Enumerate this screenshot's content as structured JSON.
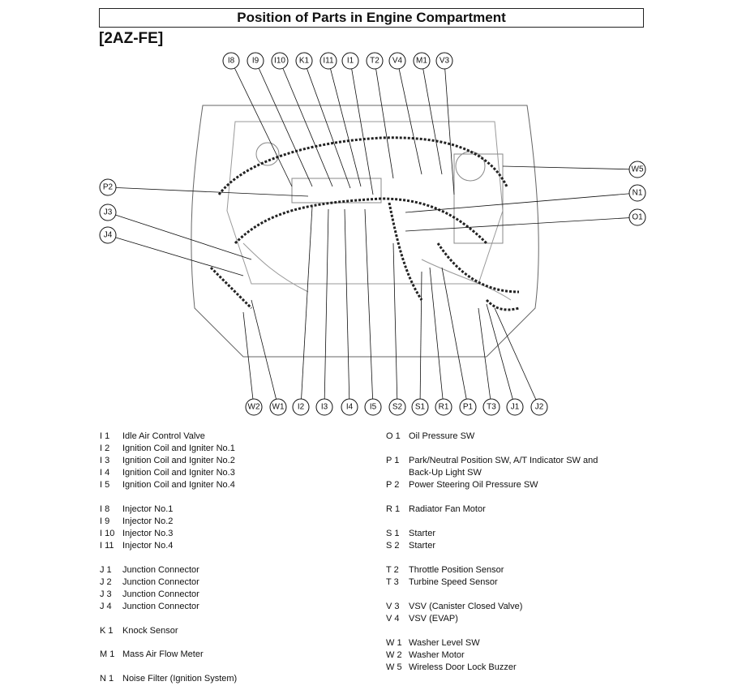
{
  "header": {
    "title": "Position of Parts in Engine Compartment",
    "engine": "[2AZ-FE]"
  },
  "callouts": {
    "top": [
      "I8",
      "I9",
      "I10",
      "K1",
      "I11",
      "I1",
      "T2",
      "V4",
      "M1",
      "V3"
    ],
    "right": [
      "W5",
      "N1",
      "O1"
    ],
    "left": [
      "P2",
      "J3",
      "J4"
    ],
    "bottom": [
      "W2",
      "W1",
      "I2",
      "I3",
      "I4",
      "I5",
      "S2",
      "S1",
      "R1",
      "P1",
      "T3",
      "J1",
      "J2"
    ]
  },
  "legend": {
    "left": [
      {
        "code": "I  1",
        "label": "Idle Air Control Valve"
      },
      {
        "code": "I  2",
        "label": "Ignition Coil and Igniter No.1"
      },
      {
        "code": "I  3",
        "label": "Ignition Coil and Igniter No.2"
      },
      {
        "code": "I  4",
        "label": "Ignition Coil and Igniter No.3"
      },
      {
        "code": "I  5",
        "label": "Ignition Coil and Igniter No.4"
      },
      {
        "code": "I  8",
        "label": "Injector No.1"
      },
      {
        "code": "I  9",
        "label": "Injector No.2"
      },
      {
        "code": "I 10",
        "label": "Injector No.3"
      },
      {
        "code": "I 11",
        "label": "Injector No.4"
      },
      {
        "code": "J  1",
        "label": "Junction Connector"
      },
      {
        "code": "J  2",
        "label": "Junction Connector"
      },
      {
        "code": "J  3",
        "label": "Junction Connector"
      },
      {
        "code": "J  4",
        "label": "Junction Connector"
      },
      {
        "code": "K  1",
        "label": "Knock Sensor"
      },
      {
        "code": "M  1",
        "label": "Mass Air Flow Meter"
      },
      {
        "code": "N  1",
        "label": "Noise Filter (Ignition System)"
      }
    ],
    "right": [
      {
        "code": "O  1",
        "label": "Oil Pressure SW"
      },
      {
        "code": "P  1",
        "label": "Park/Neutral Position SW, A/T Indicator SW and"
      },
      {
        "code": "",
        "label": "Back-Up Light SW"
      },
      {
        "code": "P  2",
        "label": "Power Steering Oil Pressure SW"
      },
      {
        "code": "R  1",
        "label": "Radiator Fan Motor"
      },
      {
        "code": "S  1",
        "label": "Starter"
      },
      {
        "code": "S  2",
        "label": "Starter"
      },
      {
        "code": "T  2",
        "label": "Throttle Position Sensor"
      },
      {
        "code": "T  3",
        "label": "Turbine Speed Sensor"
      },
      {
        "code": "V  3",
        "label": "VSV (Canister Closed Valve)"
      },
      {
        "code": "V  4",
        "label": "VSV (EVAP)"
      },
      {
        "code": "W  1",
        "label": "Washer Level SW"
      },
      {
        "code": "W  2",
        "label": "Washer Motor"
      },
      {
        "code": "W  5",
        "label": "Wireless Door Lock Buzzer"
      }
    ]
  }
}
